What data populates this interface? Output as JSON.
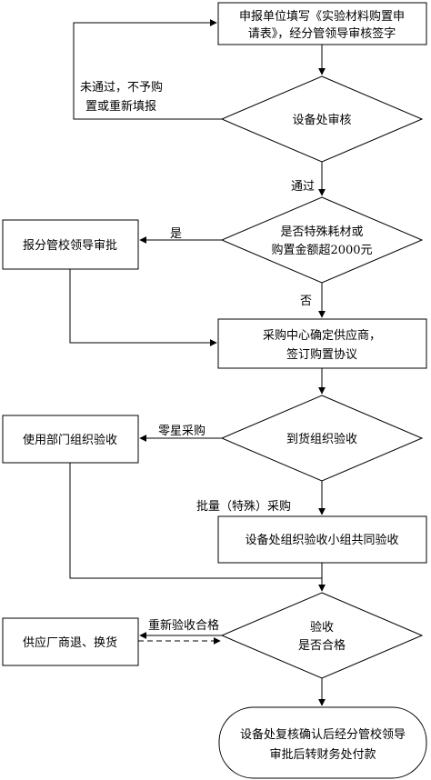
{
  "flowchart": {
    "nodes": {
      "apply_form": [
        "申报单位填写《实验材料购置申",
        "请表》，经分管领导审核签字"
      ],
      "equipment_review": "设备处审核",
      "special_check": [
        "是否特殊耗材或",
        "购置金额超2000元"
      ],
      "school_leader_approval": "报分管校领导审批",
      "purchase_center": [
        "采购中心确定供应商，",
        "签订购置协议"
      ],
      "arrival_acceptance": "到货组织验收",
      "department_acceptance": "使用部门组织验收",
      "team_acceptance": "设备处组织验收小组共同验收",
      "acceptance_pass": [
        "验收",
        "是否合格"
      ],
      "supplier_return": "供应厂商退、换货",
      "final_payment": [
        "设备处复核确认后经分管校领导",
        "审批后转财务处付款"
      ]
    },
    "edge_labels": {
      "rejected": [
        "未通过，不予购",
        "置或重新填报"
      ],
      "passed": "通过",
      "yes": "是",
      "no": "否",
      "small_purchase": "零星采购",
      "bulk_purchase": "批量（特殊）采购",
      "reaccept_ok": "重新验收合格"
    }
  }
}
